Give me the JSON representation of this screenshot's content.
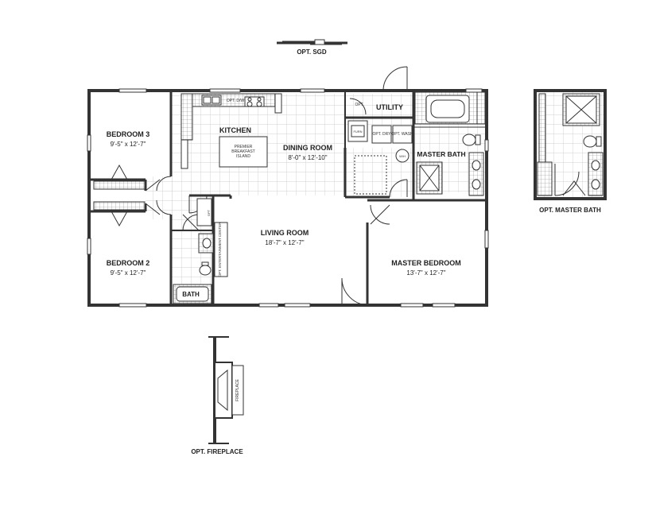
{
  "rooms": {
    "bedroom3": {
      "name": "BEDROOM 3",
      "dims": "9'-5\" x 12'-7\""
    },
    "kitchen": {
      "name": "KITCHEN"
    },
    "island": {
      "line1": "PREMIER",
      "line2": "BREAKFAST",
      "line3": "ISLAND"
    },
    "dining": {
      "name": "DINING ROOM",
      "dims": "8'-0\" x 12'-10\""
    },
    "utility": {
      "name": "UTILITY"
    },
    "master_bath": {
      "name": "MASTER BATH"
    },
    "living": {
      "name": "LIVING ROOM",
      "dims": "18'-7\" x 12'-7\""
    },
    "bedroom2": {
      "name": "BEDROOM 2",
      "dims": "9'-5\" x 12'-7\""
    },
    "master_bedroom": {
      "name": "MASTER BEDROOM",
      "dims": "13'-7\" x 12'-7\""
    },
    "bath": {
      "name": "BATH"
    }
  },
  "fixtures": {
    "opt_dw": "OPT. D/W",
    "opt_utility": "OPT.",
    "furn": "FURN",
    "opt_dry": "OPT. DRY",
    "opt_wash": "OPT. WASH",
    "wh": "W/H",
    "opt_closet": "OPT",
    "entertainment": "OPT. ENTERTAINMENT CENTER",
    "fireplace": "FIREPLACE"
  },
  "options": {
    "sgd": "OPT. SGD",
    "master_bath": "OPT. MASTER BATH",
    "fireplace": "OPT. FIREPLACE"
  },
  "colors": {
    "wall": "#333333",
    "grid": "#bdbdbd",
    "tile": "#9a9a9a"
  }
}
